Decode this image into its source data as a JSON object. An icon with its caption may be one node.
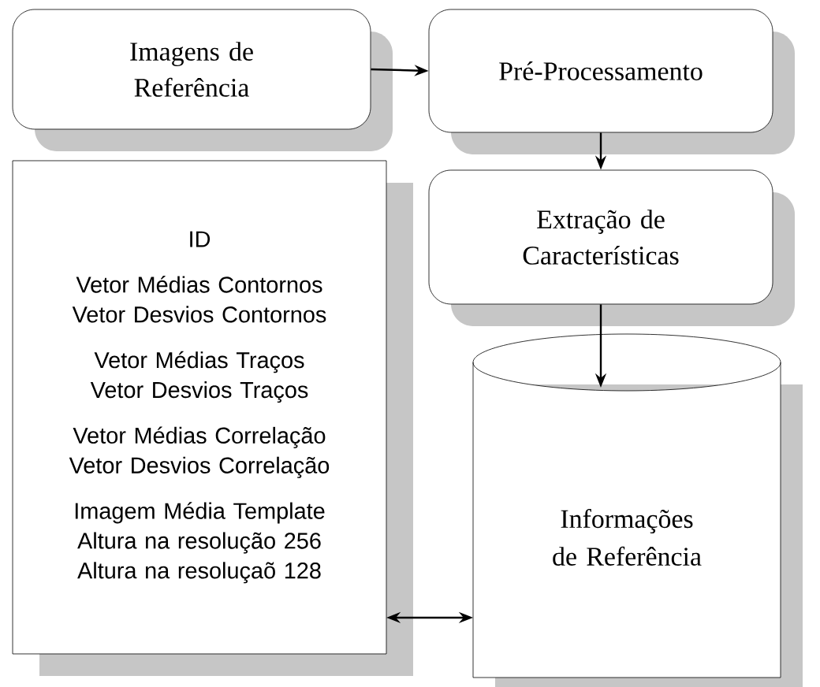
{
  "diagram": {
    "nodes": [
      {
        "text": [
          "Imagens de Referência"
        ]
      },
      {
        "text": [
          "Pré-Processamento"
        ]
      },
      {
        "text": [
          "Extração de Características"
        ]
      },
      {
        "text": [
          "ID",
          "Vetor Médias Contornos Vetor Desvios Contornos",
          "Vetor Médias Traços Vetor Desvios Traços",
          "Vetor Médias Correlação Vetor Desvios Correlação",
          "Imagem Média Template Altura na resolução 256 Altura na resoluçaõ 128"
        ]
      },
      {
        "text": [
          "Informações de Referência"
        ]
      }
    ],
    "edges": [
      {
        "from": 0,
        "to": 1,
        "arrow": "to"
      },
      {
        "from": 1,
        "to": 2,
        "arrow": "to"
      },
      {
        "from": 2,
        "to": 4,
        "arrow": "to"
      },
      {
        "from": 3,
        "to": 4,
        "arrow": "both"
      }
    ]
  }
}
